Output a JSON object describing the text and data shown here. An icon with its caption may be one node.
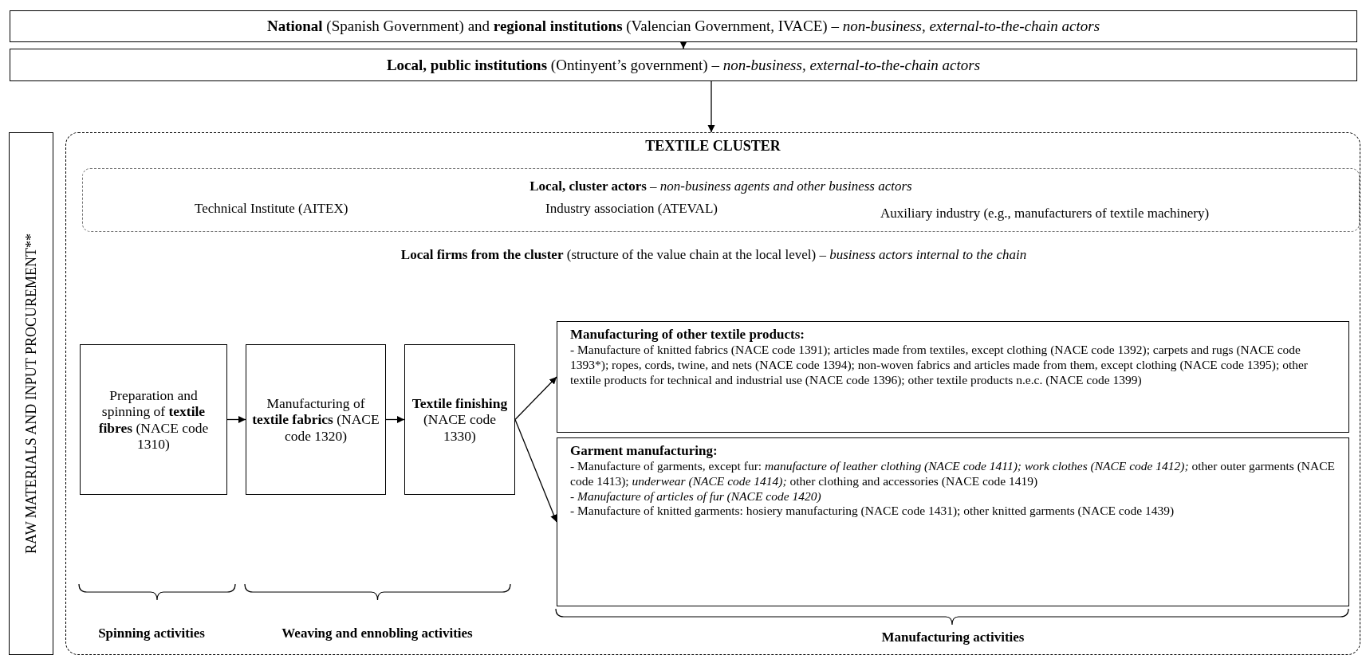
{
  "diagram": {
    "nodes": [
      {
        "text": [
          "**National** (Spanish Government) and **regional institutions** (Valencian Government, IVACE) – *non-business, external-to-the-chain actors*"
        ]
      },
      {
        "text": [
          "**Local, public institutions** (Ontinyent’s government) – *non-business, external-to-the-chain actors*"
        ]
      },
      {
        "text": [
          "RAW MATERIALS AND INPUT PROCUREMENT**"
        ]
      },
      {
        "text": [
          "TEXTILE CLUSTER"
        ]
      },
      {
        "text": [
          "**Local, cluster actors** – *non-business agents and other business actors*",
          "Technical Institute (AITEX)",
          "Industry association (ATEVAL)",
          "Auxiliary industry (e.g., manufacturers of textile machinery)"
        ],
        "in": 3
      },
      {
        "text": [
          "Preparation and spinning of **textile fibres** (NACE code 1310)"
        ],
        "in": 3
      },
      {
        "text": [
          "Manufacturing of **textile fabrics** (NACE code 1320)"
        ],
        "in": 3
      },
      {
        "text": [
          "**Textile finishing** (NACE code 1330)"
        ],
        "in": 3
      },
      {
        "text": [
          "Manufacturing of other textile products:",
          "- Manufacture of knitted fabrics (NACE code 1391); articles made from textiles, except clothing (NACE code 1392); carpets and rugs (NACE code 1393*); ropes, cords, twine, and nets (NACE code 1394); non-woven fabrics and articles made from them, except clothing (NACE code 1395); other textile products for technical and industrial use (NACE code 1396); other textile products n.e.c. (NACE code 1399)"
        ],
        "in": 3
      },
      {
        "text": [
          "Garment manufacturing:",
          "- Manufacture of garments, except fur: *manufacture of leather clothing (NACE code 1411); work clothes (NACE code 1412);* other outer garments (NACE code 1413); *underwear (NACE code 1414);* other clothing and accessories (NACE code 1419)",
          "- *Manufacture of articles of fur (NACE code 1420)*",
          "- Manufacture of knitted garments: hosiery manufacturing (NACE code 1431); other knitted garments (NACE code 1439)"
        ],
        "in": 3
      }
    ],
    "edges": [
      {
        "from": 0,
        "to": 1,
        "arrow": "to"
      },
      {
        "from": 1,
        "to": 3,
        "arrow": "to"
      },
      {
        "from": 5,
        "to": 6,
        "arrow": "to"
      },
      {
        "from": 6,
        "to": 7,
        "arrow": "to"
      },
      {
        "from": 7,
        "to": 8,
        "arrow": "to"
      },
      {
        "from": 7,
        "to": 9,
        "arrow": "to"
      }
    ],
    "labels": [
      "**Local firms from the cluster** (structure of the value chain at the local level) – *business actors internal to the chain*",
      "Spinning activities",
      "Weaving and ennobling activities",
      "Manufacturing activities"
    ]
  }
}
